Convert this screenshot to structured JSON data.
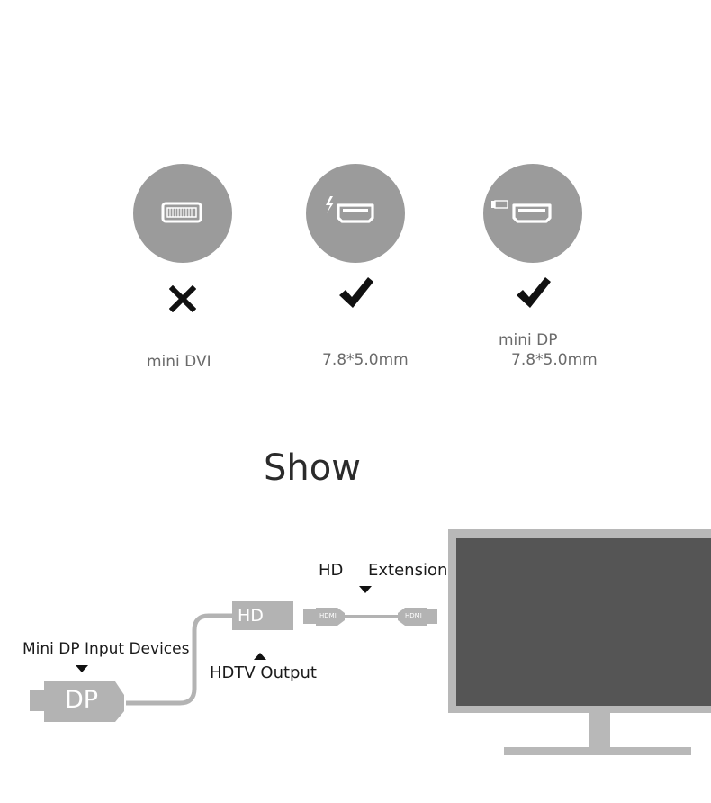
{
  "ports": [
    {
      "name": "mini DVI",
      "label_lines": [
        "mini DVI"
      ],
      "supported": false
    },
    {
      "name": "thunderbolt",
      "label_lines": [
        "7.8*5.0mm"
      ],
      "supported": true
    },
    {
      "name": "mini DP",
      "label_lines": [
        "mini DP",
        "7.8*5.0mm"
      ],
      "supported": true
    }
  ],
  "section_title": "Show",
  "diagram": {
    "input_label": "Mini DP Input Devices",
    "dp_text": "DP",
    "hd_text": "HD",
    "hdtv_output_label": "HDTV Output",
    "extension_hd_label": "HD",
    "extension_label": "Extension",
    "hdmi_tag": "HDMI"
  },
  "colors": {
    "circle": "#9b9b9b",
    "icon": "#ffffff",
    "mark": "#111111",
    "connector": "#b3b3b3",
    "monitor_screen": "#555555",
    "monitor_frame": "#b8b8b8"
  }
}
